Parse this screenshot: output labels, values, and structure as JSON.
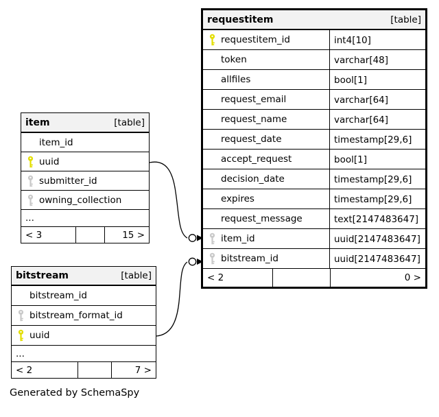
{
  "caption": "Generated by SchemaSpy",
  "colors": {
    "primary_key": "#e3de00",
    "foreign_key": "#c9c9c9",
    "header_bg": "#f2f2f2",
    "border": "#000000"
  },
  "tables": [
    {
      "name": "requestitem",
      "badge": "[table]",
      "columns": [
        {
          "name": "requestitem_id",
          "type": "int4[10]",
          "key": "primary"
        },
        {
          "name": "token",
          "type": "varchar[48]",
          "key": "none"
        },
        {
          "name": "allfiles",
          "type": "bool[1]",
          "key": "none"
        },
        {
          "name": "request_email",
          "type": "varchar[64]",
          "key": "none"
        },
        {
          "name": "request_name",
          "type": "varchar[64]",
          "key": "none"
        },
        {
          "name": "request_date",
          "type": "timestamp[29,6]",
          "key": "none"
        },
        {
          "name": "accept_request",
          "type": "bool[1]",
          "key": "none"
        },
        {
          "name": "decision_date",
          "type": "timestamp[29,6]",
          "key": "none"
        },
        {
          "name": "expires",
          "type": "timestamp[29,6]",
          "key": "none"
        },
        {
          "name": "request_message",
          "type": "text[2147483647]",
          "key": "none"
        },
        {
          "name": "item_id",
          "type": "uuid[2147483647]",
          "key": "foreign"
        },
        {
          "name": "bitstream_id",
          "type": "uuid[2147483647]",
          "key": "foreign"
        }
      ],
      "footer": {
        "left": "< 2",
        "middle": "",
        "right": "0 >"
      }
    },
    {
      "name": "item",
      "badge": "[table]",
      "columns": [
        {
          "name": "item_id",
          "key": "none"
        },
        {
          "name": "uuid",
          "key": "primary"
        },
        {
          "name": "submitter_id",
          "key": "foreign"
        },
        {
          "name": "owning_collection",
          "key": "foreign"
        }
      ],
      "ellipsis": "...",
      "footer": {
        "left": "< 3",
        "middle": "",
        "right": "15 >"
      }
    },
    {
      "name": "bitstream",
      "badge": "[table]",
      "columns": [
        {
          "name": "bitstream_id",
          "key": "none"
        },
        {
          "name": "bitstream_format_id",
          "key": "foreign"
        },
        {
          "name": "uuid",
          "key": "primary"
        }
      ],
      "ellipsis": "...",
      "footer": {
        "left": "< 2",
        "middle": "",
        "right": "7 >"
      }
    }
  ],
  "relationships": [
    {
      "from": "item.uuid",
      "to": "requestitem.item_id"
    },
    {
      "from": "bitstream.uuid",
      "to": "requestitem.bitstream_id"
    }
  ]
}
